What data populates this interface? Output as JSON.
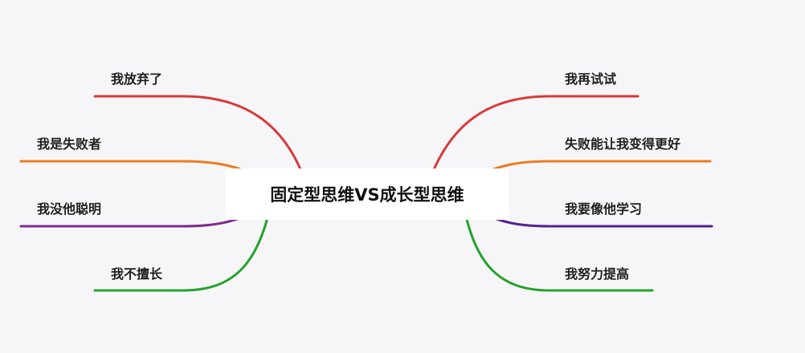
{
  "center": {
    "title": "固定型思维VS成长型思维"
  },
  "left_branches": [
    {
      "label": "我放弃了",
      "color": "#d83a3a"
    },
    {
      "label": "我是失败者",
      "color": "#ee7a1e"
    },
    {
      "label": "我没他聪明",
      "color": "#7e2b8f"
    },
    {
      "label": "我不擅长",
      "color": "#22a32a"
    }
  ],
  "right_branches": [
    {
      "label": "我再试试",
      "color": "#d83a3a"
    },
    {
      "label": "失败能让我变得更好",
      "color": "#ee7a1e"
    },
    {
      "label": "我要像他学习",
      "color": "#5a1f8f"
    },
    {
      "label": "我努力提高",
      "color": "#22a32a"
    }
  ]
}
